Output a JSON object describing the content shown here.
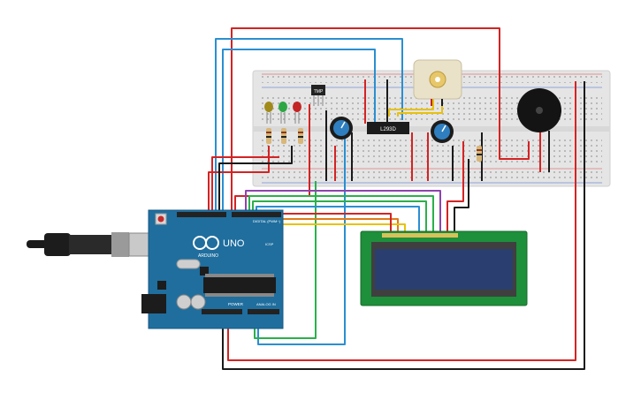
{
  "board": {
    "logo_text": "UNO",
    "brand_text": "ARDUINO",
    "digital_header": "DIGITAL (PWM~)",
    "power_header": "POWER",
    "analog_header": "ANALOG IN",
    "icsp_label": "ICSP"
  },
  "parts": {
    "driver_chip_label": "L293D",
    "temp_sensor_label": "TMP"
  },
  "colors": {
    "board": "#1f6e9e",
    "breadboard": "#e4e4e4",
    "lcd_body": "#1e8f3a",
    "lcd_screen": "#2a3f6f",
    "wire_red": "#d42323",
    "wire_black": "#1a1a1a",
    "wire_blue": "#2a8fd1",
    "wire_green": "#2bb04b",
    "wire_orange": "#e07b1a",
    "wire_yellow": "#e8c10e",
    "wire_purple": "#8e44ad"
  },
  "icons": [
    "usb-cable-icon",
    "led-icon",
    "potentiometer-icon",
    "dc-motor-icon",
    "piezo-buzzer-icon",
    "reset-button-icon"
  ]
}
